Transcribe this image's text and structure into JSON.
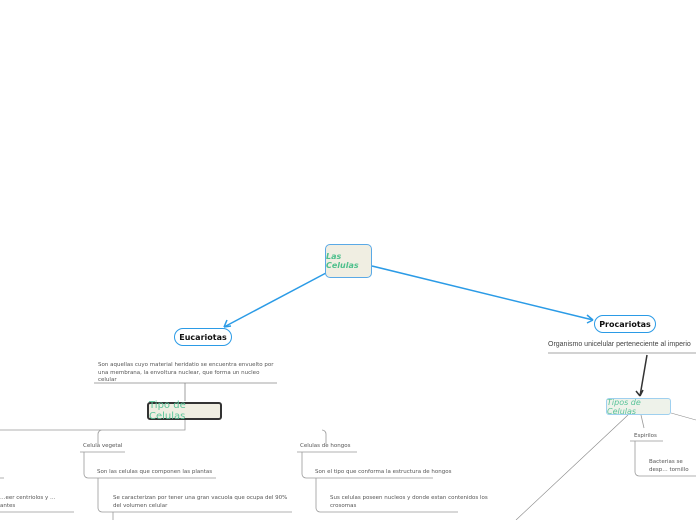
{
  "root": "Las Celulas",
  "eucariotas": {
    "title": "Eucariotas",
    "desc": "Son aquellas cuyo material heridatio se encuentra envuelto por una membrana, la envoltura nuclear, que forma un nucleo celular",
    "tipo": "Tipo de Celulas",
    "partial": "…eer centriolos y …antes",
    "vegetal": {
      "label": "Celula vegetal",
      "d1": "Son las celulas que componen las plantas",
      "d2": "Se caracterizan por tener una gran vacuola que ocupa del 90% del volumen celular"
    },
    "hongos": {
      "label": "Celulas de hongos",
      "d1": "Son el tipo que conforma la estructura de hongos",
      "d2": "Sus celulas poseen nucleos y donde estan contenidos los crosomas"
    }
  },
  "procariotas": {
    "title": "Procariotas",
    "desc": "Organismo unicelular perteneciente al imperio",
    "tipos": "Tipos de Celulas",
    "espirilos": {
      "label": "Espirilos",
      "d1": "Bacterias se desp… tornillo"
    }
  },
  "colors": {
    "blue": "#2b9be6",
    "green": "#4fc08d"
  }
}
